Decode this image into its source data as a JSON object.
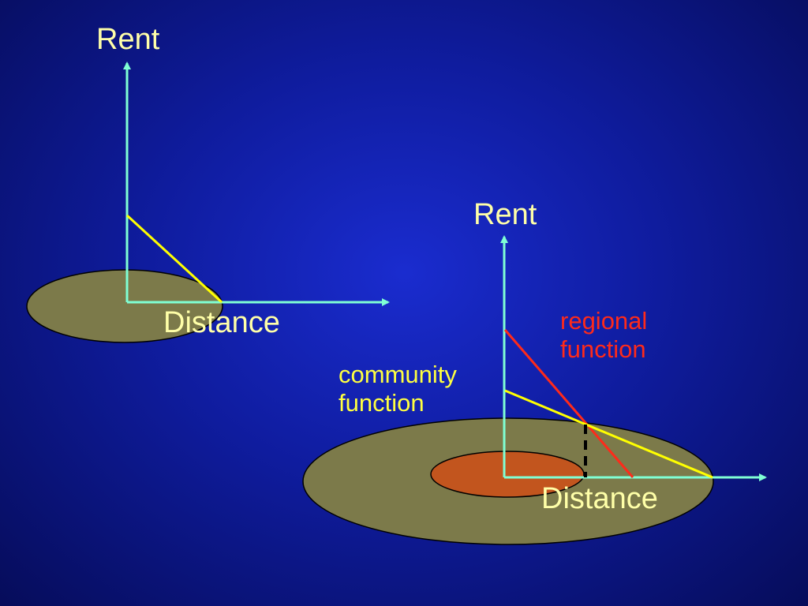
{
  "colors": {
    "axis": "#7fffd4",
    "community_curve": "#ffff00",
    "regional_curve": "#ff2a1a",
    "market_area": "#7c7a4a",
    "inner_area": "#c2551e",
    "label_text": "#ffffa8"
  },
  "left_diagram": {
    "y_axis_label": "Rent",
    "x_axis_label": "Distance"
  },
  "right_diagram": {
    "y_axis_label": "Rent",
    "x_axis_label": "Distance",
    "community_label": "community\nfunction",
    "regional_label": "regional\nfunction"
  }
}
